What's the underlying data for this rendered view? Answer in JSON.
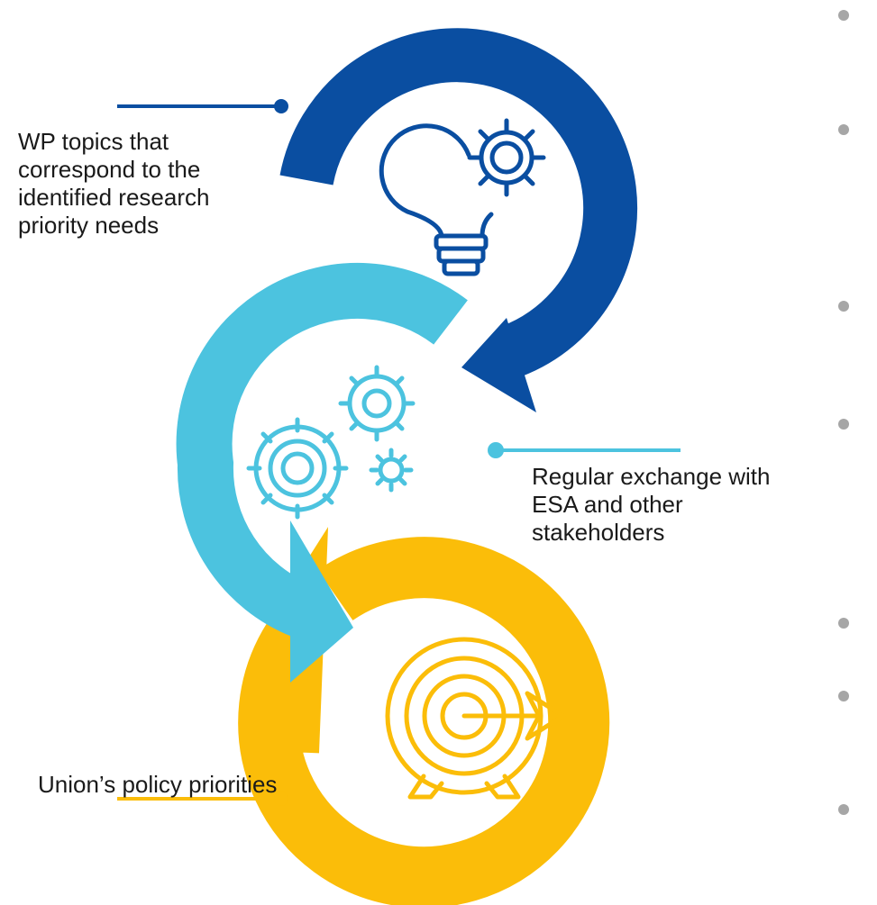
{
  "colors": {
    "dark_blue": "#0a4ea1",
    "light_blue": "#4cc3df",
    "yellow": "#fbbd09",
    "bullet_gray": "#a6a6a6",
    "text": "#1a1a1a"
  },
  "icons": {
    "top": "lightbulb-gear-icon",
    "middle": "gears-icon",
    "bottom": "target-arrow-icon"
  },
  "labels": {
    "top_lines": [
      "WP topics that",
      "correspond to the",
      "identified research",
      "priority needs"
    ],
    "middle_lines": [
      "Regular exchange with",
      "ESA and other",
      "stakeholders"
    ],
    "bottom_lines": [
      "Union’s policy priorities"
    ]
  }
}
